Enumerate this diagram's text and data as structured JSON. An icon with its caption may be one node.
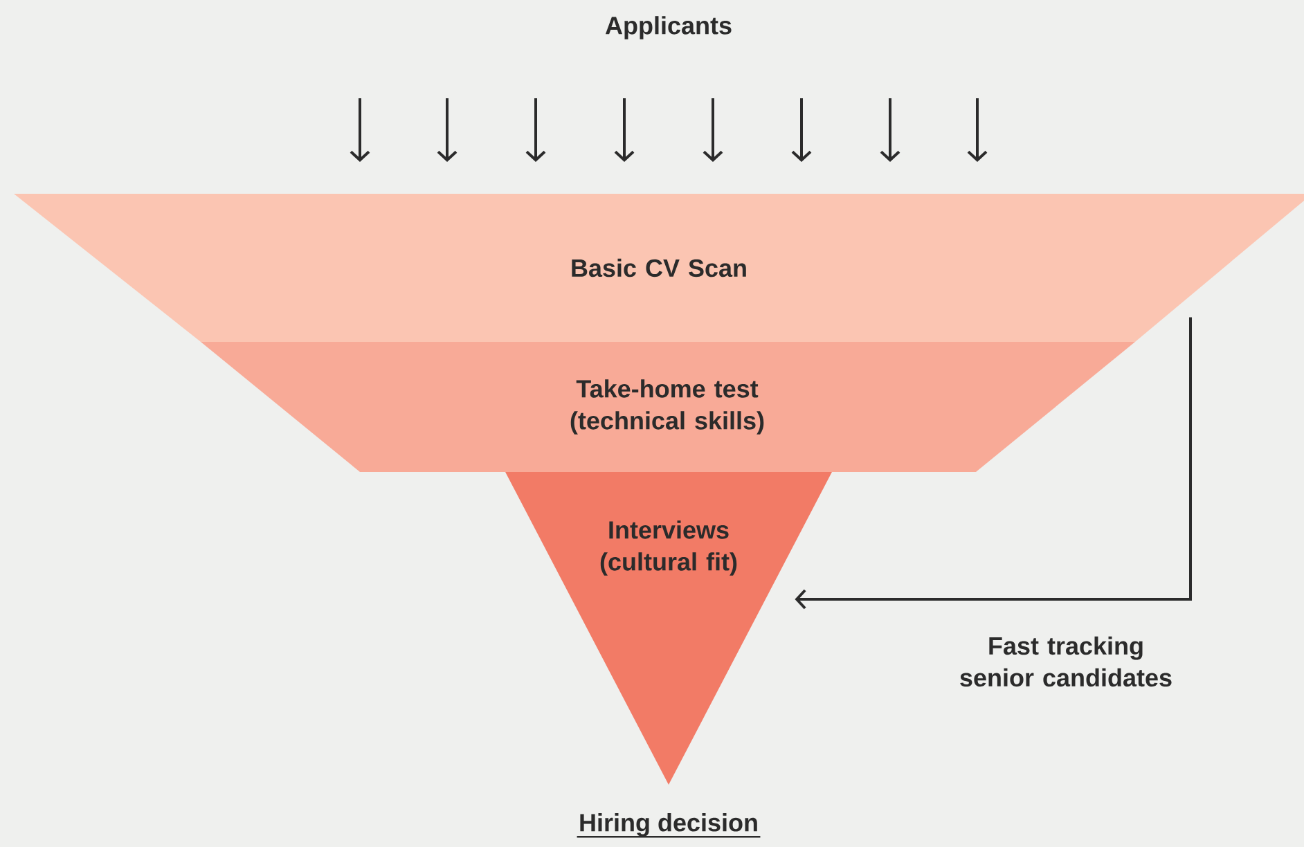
{
  "diagram": {
    "nodes": [
      {
        "text": [
          "Basic CV Scan"
        ]
      },
      {
        "text": [
          "Take-home test (technical skills)"
        ]
      },
      {
        "text": [
          "Interviews (cultural fit)"
        ]
      }
    ],
    "edges": [
      {
        "from": 0,
        "to": 2,
        "arrow": "to",
        "label": "Fast tracking senior candidates"
      }
    ],
    "labels": [
      "Applicants",
      "Hiring decision"
    ]
  }
}
